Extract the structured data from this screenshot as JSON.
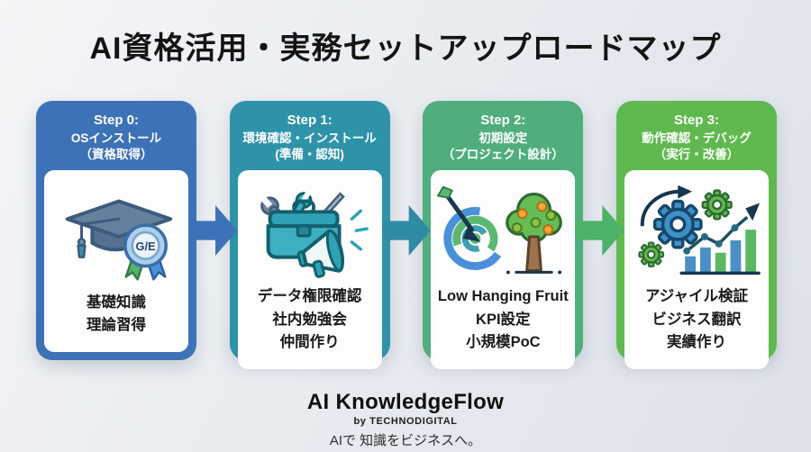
{
  "title": "AI資格活用・実務セットアップロードマップ",
  "steps": [
    {
      "label": "Step 0:",
      "name": "OSインストール",
      "sub": "（資格取得）",
      "icon": "graduation-cap-badge-icon",
      "color": "#3d72b7",
      "items": [
        "基礎知識",
        "理論習得"
      ]
    },
    {
      "label": "Step 1:",
      "name": "環境確認・インストール",
      "sub": "(準備・認知)",
      "icon": "toolbox-megaphone-icon",
      "color": "#2e93a8",
      "items": [
        "データ権限確認",
        "社内勉強会",
        "仲間作り"
      ]
    },
    {
      "label": "Step 2:",
      "name": "初期設定",
      "sub": "（プロジェクト設計）",
      "icon": "target-fruit-tree-icon",
      "color": "#4fae7c",
      "items": [
        "Low Hanging Fruit",
        "KPI設定",
        "小規模PoC"
      ]
    },
    {
      "label": "Step 3:",
      "name": "動作確認・デバッグ",
      "sub": "（実行・改善）",
      "icon": "gears-growth-chart-icon",
      "color": "#5fb94e",
      "items": [
        "アジャイル検証",
        "ビジネス翻訳",
        "実績作り"
      ]
    }
  ],
  "arrows": [
    {
      "color": "#3d72b8"
    },
    {
      "color": "#2e8ba3"
    },
    {
      "color": "#4bb268"
    }
  ],
  "footer": {
    "brand": "AI KnowledgeFlow",
    "byline": "by TECHNODIGITAL",
    "tagline": "AIで 知識をビジネスへ。"
  }
}
